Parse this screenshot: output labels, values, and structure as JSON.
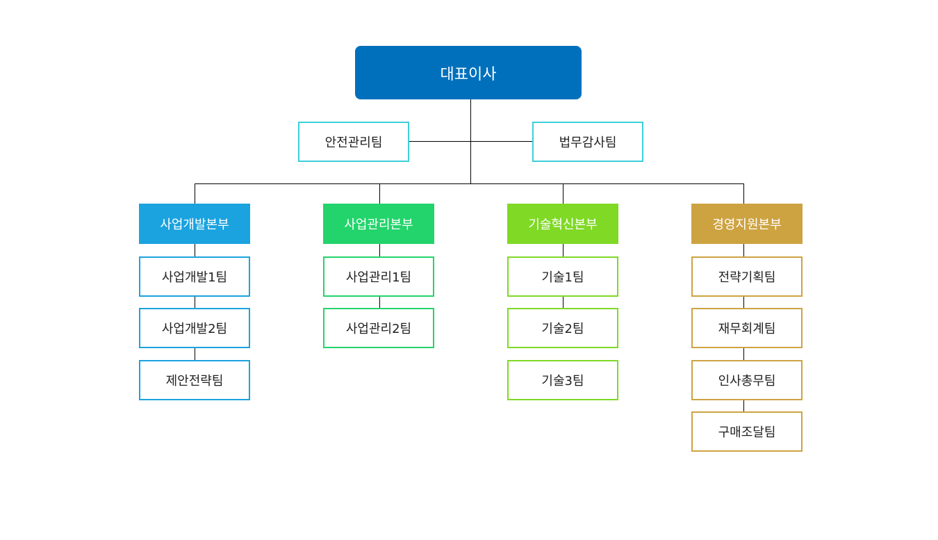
{
  "colors": {
    "ceo": "#0070BC",
    "staff": "#3CCFD9",
    "line": "#000000"
  },
  "ceo": {
    "label": "대표이사"
  },
  "staff": [
    {
      "label": "안전관리팀"
    },
    {
      "label": "법무감사팀"
    }
  ],
  "divisions": [
    {
      "label": "사업개발본부",
      "color": "#1AA3DF",
      "teams": [
        {
          "label": "사업개발1팀"
        },
        {
          "label": "사업개발2팀"
        },
        {
          "label": "제안전략팀"
        }
      ]
    },
    {
      "label": "사업관리본부",
      "color": "#22D46B",
      "teams": [
        {
          "label": "사업관리1팀"
        },
        {
          "label": "사업관리2팀"
        }
      ]
    },
    {
      "label": "기술혁신본부",
      "color": "#7FD925",
      "teams": [
        {
          "label": "기술1팀"
        },
        {
          "label": "기술2팀"
        },
        {
          "label": "기술3팀"
        }
      ]
    },
    {
      "label": "경영지원본부",
      "color": "#CDA341",
      "teams": [
        {
          "label": "전략기획팀"
        },
        {
          "label": "재무회계팀"
        },
        {
          "label": "인사총무팀"
        },
        {
          "label": "구매조달팀"
        }
      ]
    }
  ]
}
